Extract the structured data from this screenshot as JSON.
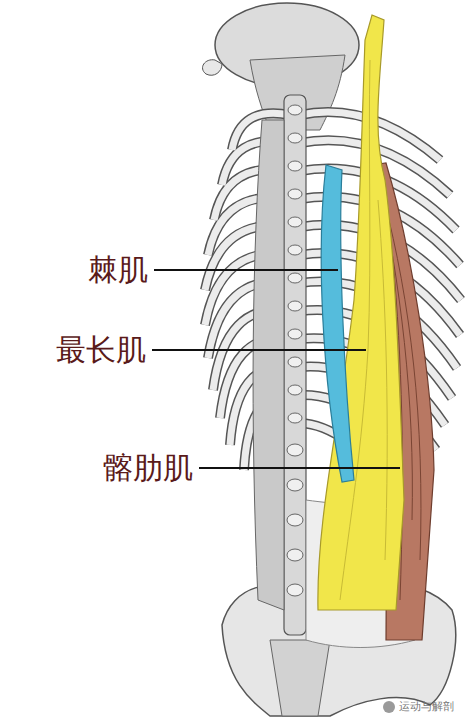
{
  "diagram": {
    "labels": [
      "棘肌",
      "最长肌",
      "髂肋肌",
      "运动与解剖"
    ]
  }
}
